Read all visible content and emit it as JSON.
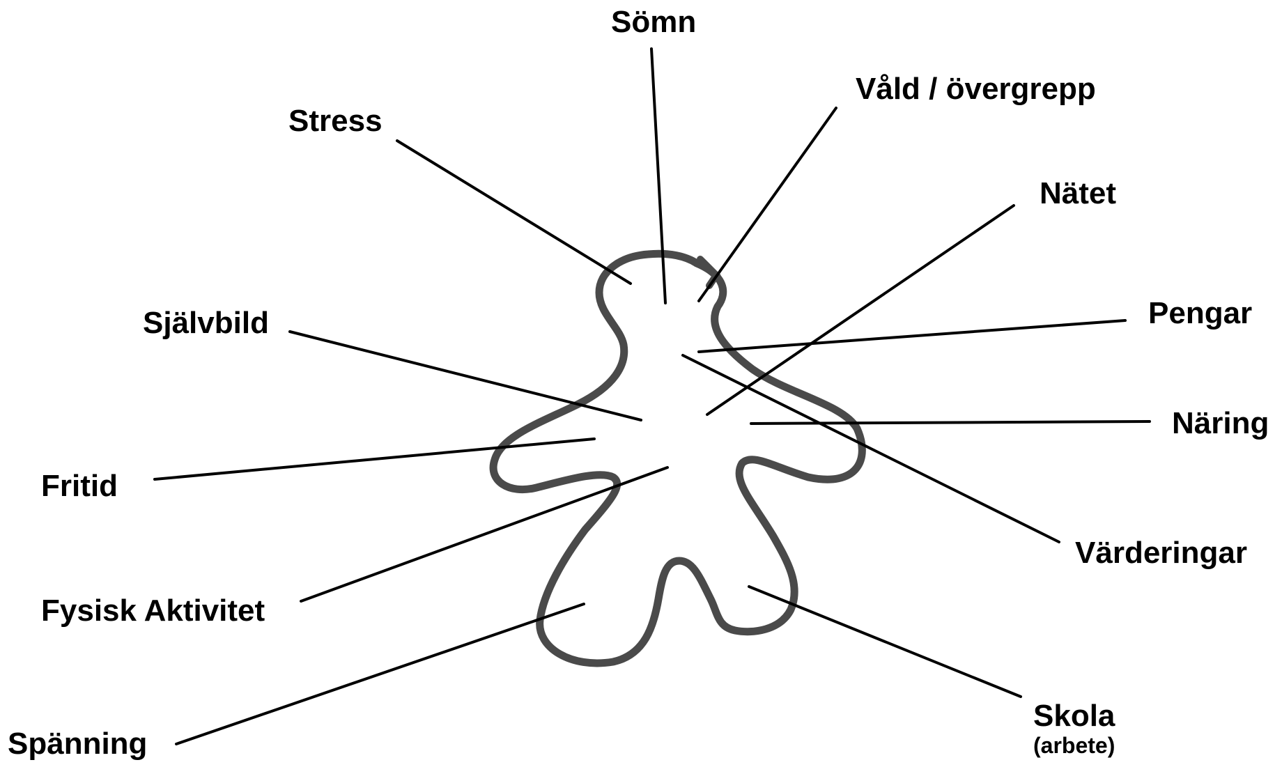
{
  "colors": {
    "background": "#ffffff",
    "outline": "#4a4a4a",
    "line": "#000000",
    "text": "#000000"
  },
  "labels": {
    "somn": "Sömn",
    "vald": "Våld / övergrepp",
    "stress": "Stress",
    "natet": "Nätet",
    "sjalvbild": "Självbild",
    "pengar": "Pengar",
    "naring": "Näring",
    "fritid": "Fritid",
    "varderingar": "Värderingar",
    "fysisk": "Fysisk Aktivitet",
    "spanning": "Spänning",
    "skola": "Skola",
    "skola_sub": "(arbete)"
  }
}
